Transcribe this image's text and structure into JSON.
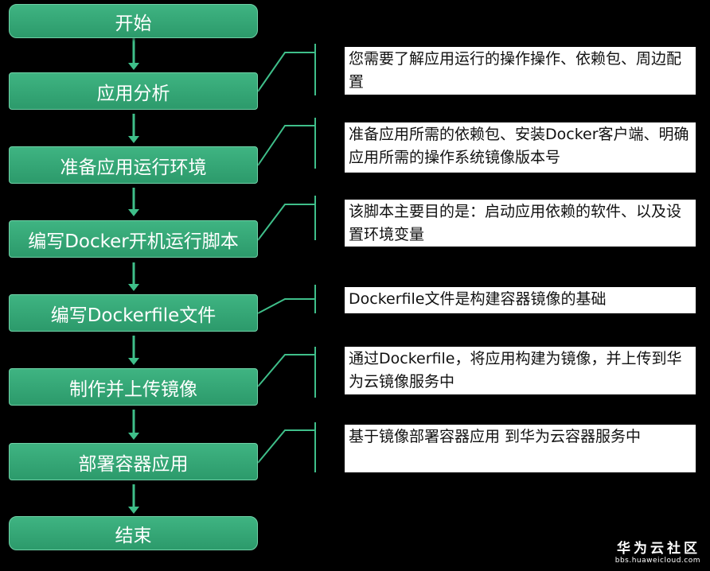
{
  "steps": [
    {
      "label": "开始"
    },
    {
      "label": "应用分析"
    },
    {
      "label": "准备应用运行环境"
    },
    {
      "label": "编写Docker开机运行脚本"
    },
    {
      "label": "编写Dockerfile文件"
    },
    {
      "label": "制作并上传镜像"
    },
    {
      "label": "部署容器应用"
    },
    {
      "label": "结束"
    }
  ],
  "notes": [
    {
      "text": "您需要了解应用运行的操作操作、依赖包、周边配置"
    },
    {
      "text": "准备应用所需的依赖包、安装Docker客户端、明确应用所需的操作系统镜像版本号"
    },
    {
      "text": "该脚本主要目的是：启动应用依赖的软件、以及设置环境变量"
    },
    {
      "text": "Dockerfile文件是构建容器镜像的基础"
    },
    {
      "text": "通过Dockerfile，将应用构建为镜像，并上传到华为云镜像服务中"
    },
    {
      "text": "基于镜像部署容器应用 到华为云容器服务中"
    }
  ],
  "watermark": {
    "title": "华为云社区",
    "url": "bbs.huaweicloud.com"
  },
  "colors": {
    "step_fill": "#2ea36f",
    "connector": "#3fbf8a",
    "note_bg": "#ffffff"
  }
}
